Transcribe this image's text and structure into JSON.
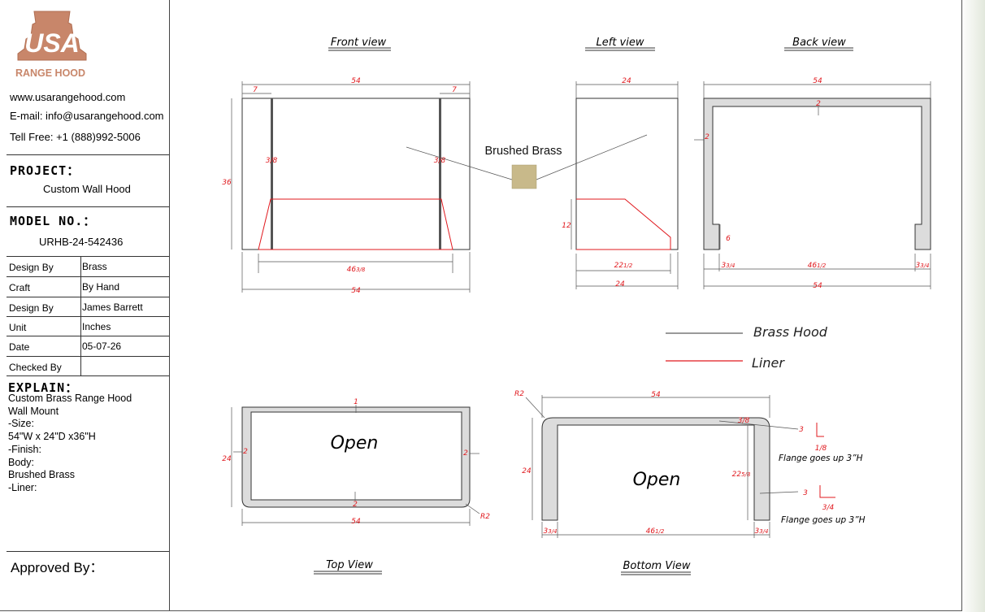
{
  "logo": {
    "text": "USA",
    "subtitle": "RANGE HOOD",
    "color": "#c8866a"
  },
  "contact": {
    "website": "www.usarangehood.com",
    "email": "E-mail: info@usarangehood.com",
    "phone": "Tell Free: +1 (888)992-5006"
  },
  "project": {
    "label": "PROJECT：",
    "value": "Custom Wall Hood"
  },
  "model": {
    "label": "MODEL NO.：",
    "value": "URHB-24-542436"
  },
  "specs": [
    {
      "key": "Design By",
      "value": "Brass"
    },
    {
      "key": "Craft",
      "value": "By Hand"
    },
    {
      "key": "Design By",
      "value": "James Barrett"
    },
    {
      "key": "Unit",
      "value": "Inches"
    },
    {
      "key": "Date",
      "value": "05-07-26"
    },
    {
      "key": "Checked By",
      "value": ""
    }
  ],
  "explain": {
    "label": "EXPLAIN：",
    "lines": [
      "Custom Brass Range Hood",
      "Wall Mount",
      "-Size:",
      "54\"W x 24\"D x36\"H",
      "-Finish:",
      "Body:",
      "Brushed Brass",
      "-Liner:"
    ]
  },
  "approved": "Approved By：",
  "views": {
    "front": "Front view",
    "left": "Left view",
    "back": "Back view",
    "top": "Top View",
    "bottom": "Bottom View"
  },
  "material": {
    "label": "Brushed Brass",
    "swatch_color": "#c8b98a"
  },
  "legend": {
    "hood": "Brass Hood",
    "liner": "Liner",
    "hood_color": "#333333",
    "liner_color": "#e0191e"
  },
  "open_label": "Open",
  "flange_note": "Flange goes up 3”H",
  "dims": {
    "d54": "54",
    "d7": "7",
    "d36": "36",
    "d24": "24",
    "d12": "12",
    "d2": "2",
    "d6": "6",
    "d1": "1",
    "d3": "3",
    "d46_3_8": "46",
    "d22_1_2": "22",
    "d46_1_2": "46",
    "d22_5_8": "22",
    "d3_3_4": "3",
    "r2": "R2"
  }
}
